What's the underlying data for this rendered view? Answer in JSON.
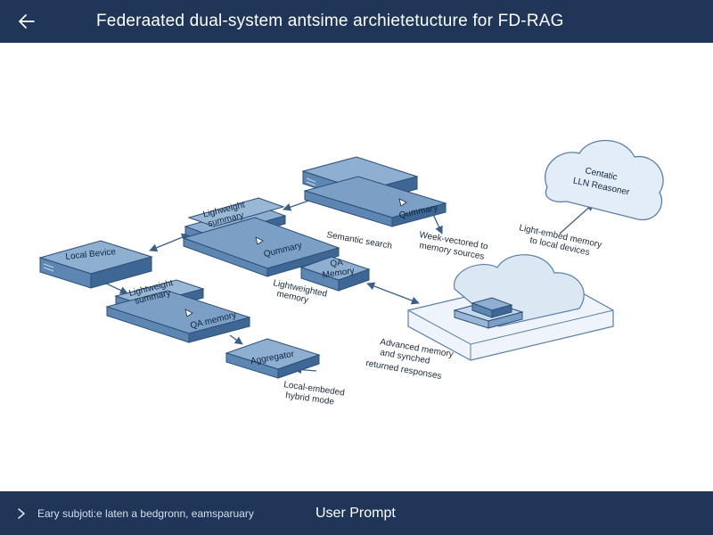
{
  "header": {
    "title": "Federaated dual-system antsime archietetucture for FD-RAG",
    "back_icon": "arrow-left-icon"
  },
  "footer": {
    "subtitle": "Eary subjoti:e laten a bedgronn, eamsparuary",
    "prompt_label": "User Prompt",
    "chevron_icon": "chevron-right-icon"
  },
  "diagram": {
    "nodes": {
      "local_device": "Local Bevice",
      "light_box_top": [
        "Lighweight",
        "summary"
      ],
      "light_box_top_sub": "Qummary",
      "light_box_mid": [
        "Lightweight",
        "summary"
      ],
      "light_box_mid_sub": "QA memory",
      "top_right_box_sub": "Qummary",
      "qa_memory": [
        "QA",
        "Memory"
      ],
      "aggregator": "Aggregator",
      "cloud_llm": [
        "Centatic",
        "LLN Reasoner"
      ]
    },
    "labels": {
      "semantic_search": "Semantic search",
      "week_vectored": [
        "Week-vectored to",
        "memory sources"
      ],
      "lightweight_memory": [
        "Lightweighted",
        "memory"
      ],
      "light_memory_devices": [
        "Light-embed memory",
        "to local devices"
      ],
      "advanced_memory": [
        "Advanced memory",
        "and synched",
        "returned responses"
      ],
      "local_hybrid": [
        "Local-embeded",
        "hybrid mode"
      ]
    }
  },
  "colors": {
    "bar": "#1f3658",
    "box_top": "#8fafd0",
    "box_front": "#5d86b3",
    "box_side": "#3f6796",
    "cloud_fill": "#e3edf7",
    "cloud_stroke": "#5b7fa6",
    "arrow": "#3d5f85"
  }
}
